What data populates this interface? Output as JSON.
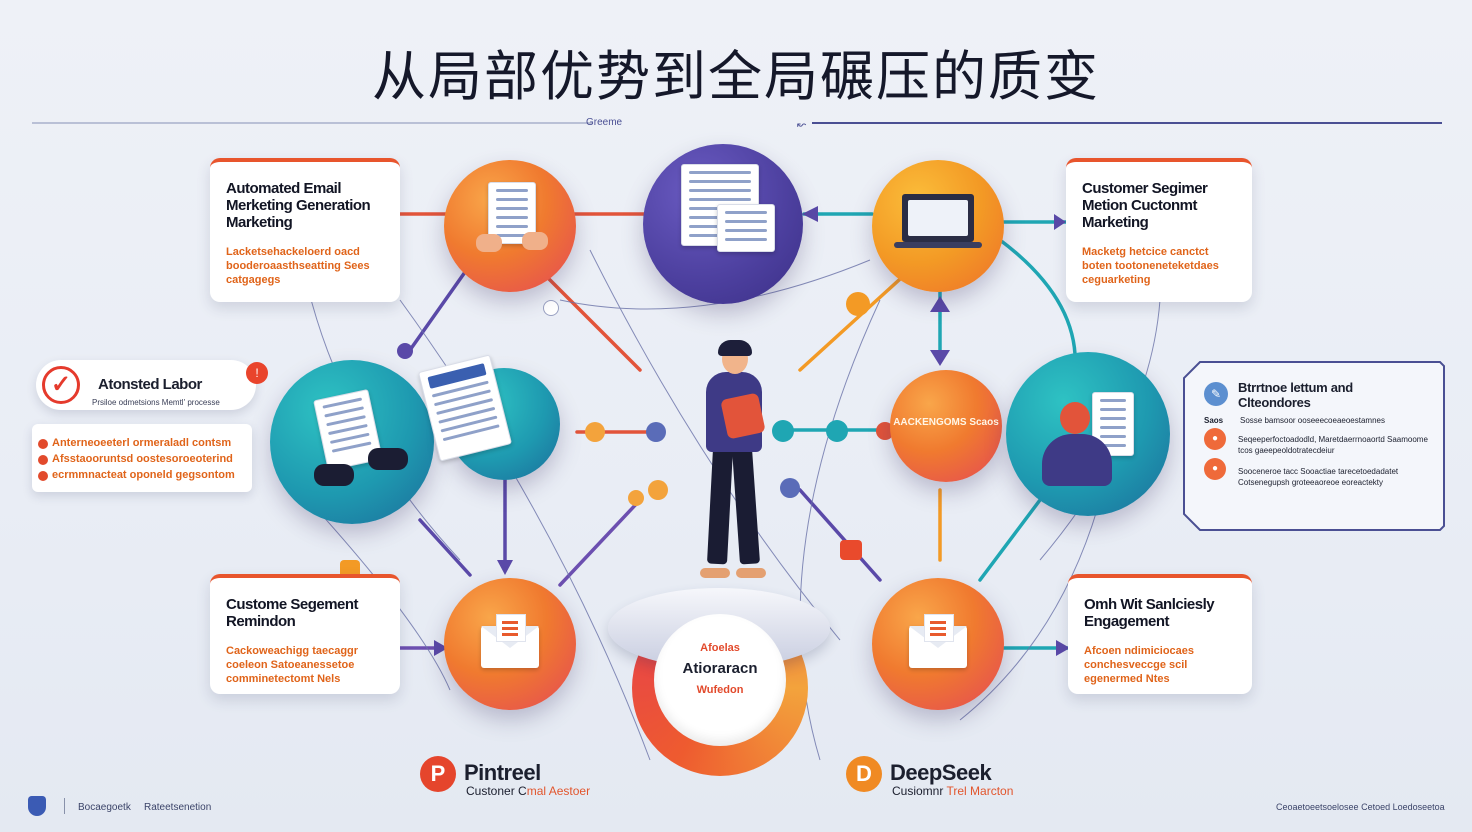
{
  "title": "从局部优势到全局碾压的质变",
  "header": {
    "line_label": "Greeme"
  },
  "cards": {
    "top_left": {
      "title": "Automated Email Merketing Generation Marketing",
      "text": "Lacketsehackeloerd oacd booderoaasthseatting Sees catgagegs"
    },
    "top_right": {
      "title": "Customer Segimer Metion Cuctonmt Marketing",
      "text": "Macketg hetcice canctct boten tootoneneteketdaes ceguarketing"
    },
    "bottom_left": {
      "title": "Custome Segement Remindon",
      "text": "Cackoweachigg taecaggr coeleon Satoeanessetoe comminetectomt Nels"
    },
    "bottom_right": {
      "title": "Omh Wit Sanlciesly Engagement",
      "text": "Afcoen ndimiciocaes conchesveccge scil egenermed Ntes"
    }
  },
  "labor": {
    "title": "Atonsted Labor",
    "subtitle": "Prsiloe odmetsions Memtl' processe",
    "alert_icon": "alert-icon",
    "notes": [
      "Anterneoeeterl ormeraladl contsm",
      "Afsstaooruntsd oostesoroeoterind",
      "ecrmmnacteat oponeld gegsontom"
    ]
  },
  "hub": {
    "kicker": "Afoelas",
    "title": "Atioraracn",
    "sub": "Wufedon"
  },
  "mid_node": {
    "text": "AACKENGOMS Scaos"
  },
  "right_panel": {
    "title": "Btrrtnoe lettum and Clteondores",
    "tag": "Saos",
    "line0": "Sosse bamsoor ooseeecoeaeoestamnes",
    "items": [
      {
        "text": "Seqeeperfoctoadodld, Maretdaerrnoaortd Saamoome tcos gaeepeoldotratecdeiur"
      },
      {
        "text": "Sooceneroe tacc Sooactiae tarecetoedadatet Cotsenegupsh groteeaoreoe eoreactekty"
      }
    ]
  },
  "brands": {
    "left": {
      "mark": "P",
      "name": "Pintreel",
      "sub_a": "Custoner C",
      "sub_b": "mal Aestoer",
      "color": "#e5452c"
    },
    "right": {
      "mark": "D",
      "name": "DeepSeek",
      "sub_a": "Cusiomnr ",
      "sub_b": "Trel Marcton",
      "color": "#f08a23"
    }
  },
  "footer": {
    "left_a": "Bocaegoetk",
    "left_b": "Rateetsenetion",
    "right": "Ceoaetoeetsoelosee Cetoed Loedoseetoa"
  },
  "colors": {
    "accent_orange": "#e8552d",
    "accent_purple": "#4c3f9e",
    "accent_teal": "#1e99b0",
    "text_orange": "#e0641a"
  }
}
